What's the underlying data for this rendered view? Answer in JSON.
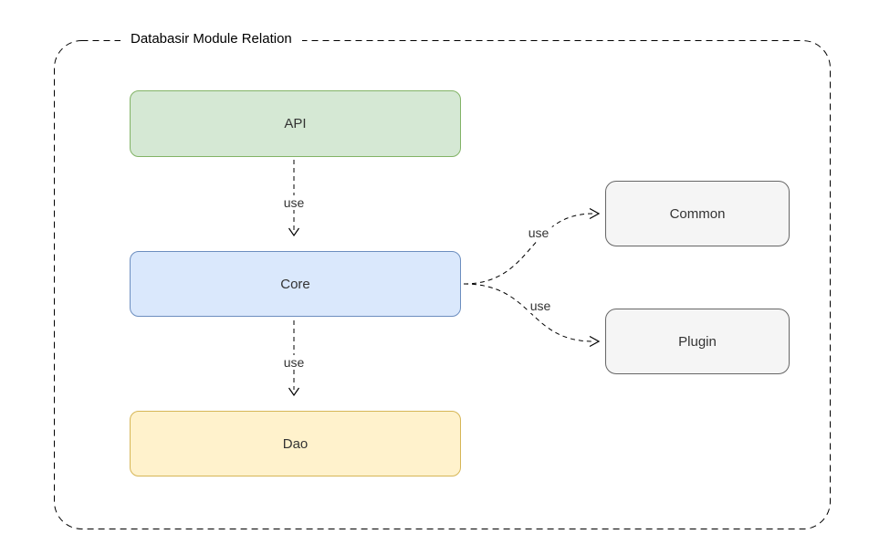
{
  "diagram": {
    "title": "Databasir Module Relation",
    "nodes": [
      {
        "id": "api",
        "label": "API",
        "fill": "#d5e8d4",
        "border": "#82b366"
      },
      {
        "id": "core",
        "label": "Core",
        "fill": "#dae8fc",
        "border": "#6c8ebf"
      },
      {
        "id": "dao",
        "label": "Dao",
        "fill": "#fff2cc",
        "border": "#d6b656"
      },
      {
        "id": "common",
        "label": "Common",
        "fill": "#f5f5f5",
        "border": "#666666"
      },
      {
        "id": "plugin",
        "label": "Plugin",
        "fill": "#f5f5f5",
        "border": "#666666"
      }
    ],
    "edges": [
      {
        "from": "API",
        "to": "Core",
        "label": "use"
      },
      {
        "from": "Core",
        "to": "Dao",
        "label": "use"
      },
      {
        "from": "Core",
        "to": "Common",
        "label": "use"
      },
      {
        "from": "Core",
        "to": "Plugin",
        "label": "use"
      }
    ],
    "colors": {
      "canvas_background": "#ffffff",
      "frame_border": "#000000",
      "edge_color": "#000000",
      "text_color": "#333333"
    }
  }
}
